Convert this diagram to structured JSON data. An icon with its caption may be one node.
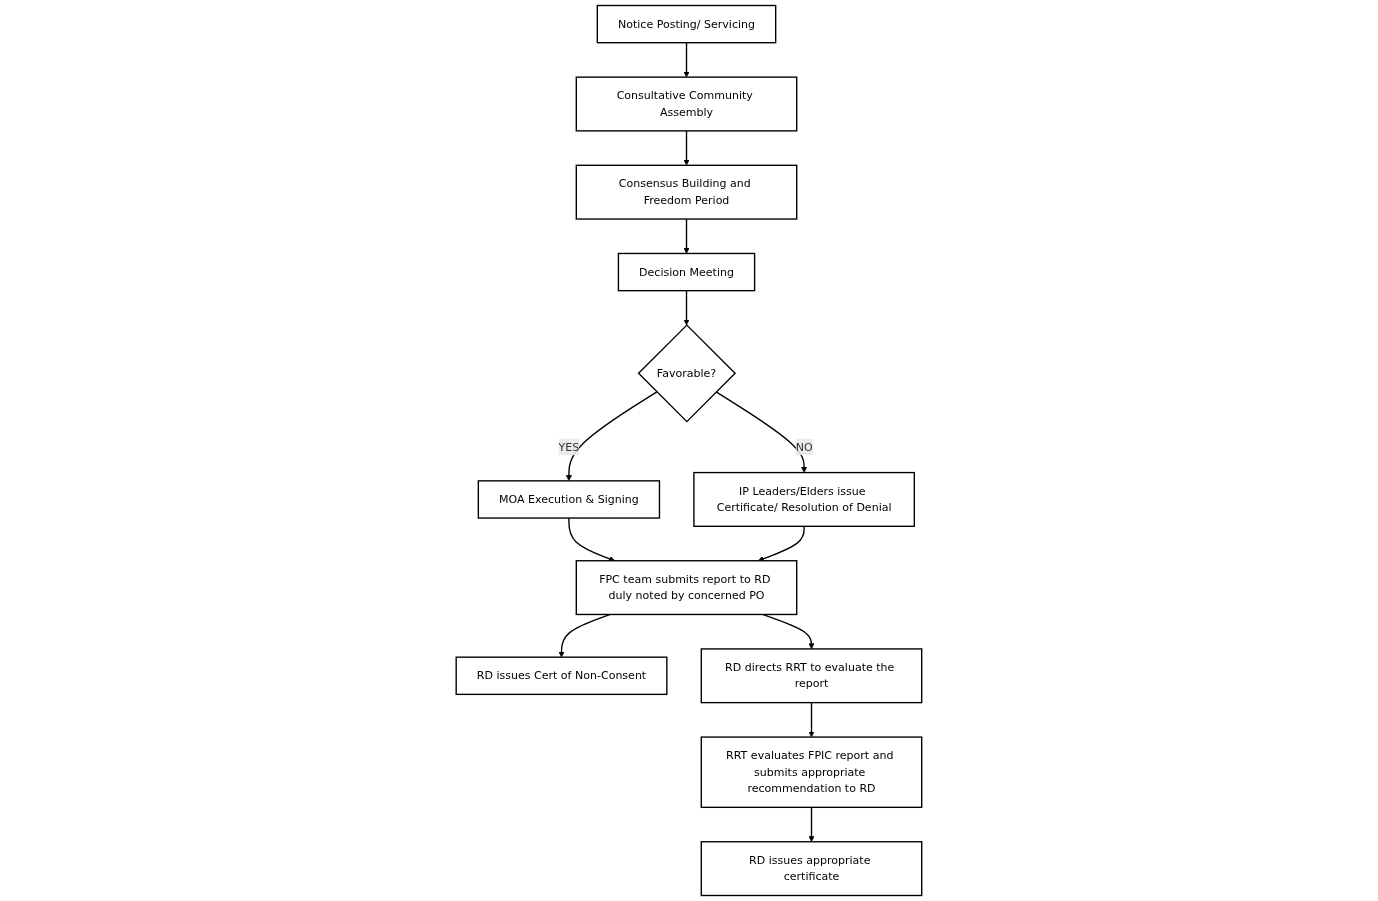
{
  "diagram": {
    "nodes": [
      {
        "text": [
          "Notice Posting/ Servicing"
        ]
      },
      {
        "text": [
          "Consultative Community Assembly"
        ]
      },
      {
        "text": [
          "Consensus Building and Freedom Period"
        ]
      },
      {
        "text": [
          "Decision Meeting"
        ]
      },
      {
        "text": [
          "Favorable?"
        ]
      },
      {
        "text": [
          "IP Leaders/Elders issue Certificate/ Resolution of Denial"
        ]
      },
      {
        "text": [
          "MOA Execution & Signing"
        ]
      },
      {
        "text": [
          "FPC team submits report to RD duly noted by concerned PO"
        ]
      },
      {
        "text": [
          "RD issues Cert of Non-Consent"
        ]
      },
      {
        "text": [
          "RD directs RRT to evaluate the report"
        ]
      },
      {
        "text": [
          "RRT evaluates FPIC report and submits appropriate recommendation to RD"
        ]
      },
      {
        "text": [
          "RD issues appropriate certificate"
        ]
      }
    ],
    "edges": [
      {
        "from": 0,
        "to": 1,
        "arrow": "to"
      },
      {
        "from": 1,
        "to": 2,
        "arrow": "to"
      },
      {
        "from": 2,
        "to": 3,
        "arrow": "to"
      },
      {
        "from": 3,
        "to": 4,
        "arrow": "to"
      },
      {
        "from": 4,
        "to": 6,
        "arrow": "to",
        "label": "YES"
      },
      {
        "from": 4,
        "to": 5,
        "arrow": "to",
        "label": "NO"
      },
      {
        "from": 6,
        "to": 7,
        "arrow": "to"
      },
      {
        "from": 5,
        "to": 7,
        "arrow": "to"
      },
      {
        "from": 7,
        "to": 8,
        "arrow": "to"
      },
      {
        "from": 7,
        "to": 9,
        "arrow": "to"
      },
      {
        "from": 9,
        "to": 10,
        "arrow": "to"
      },
      {
        "from": 10,
        "to": 11,
        "arrow": "to"
      }
    ]
  }
}
